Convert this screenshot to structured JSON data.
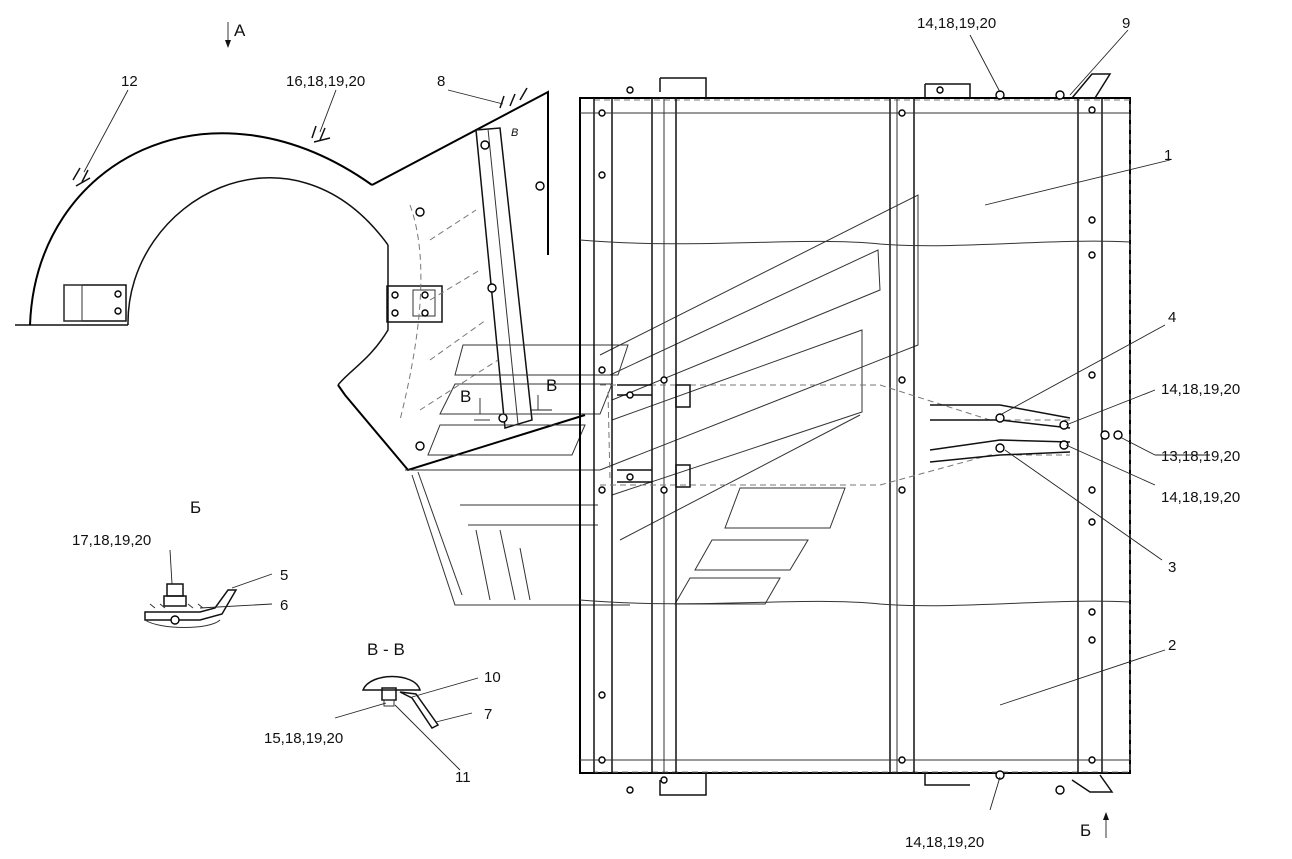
{
  "section_marks": {
    "view_a": "А",
    "view_b": "Б",
    "view_b_bottom": "Б",
    "section_v_left": "В",
    "section_v_right": "В",
    "section_vv_title": "В - В",
    "small_v": "В"
  },
  "callouts": {
    "c1": "1",
    "c2": "2",
    "c3": "3",
    "c4": "4",
    "c5": "5",
    "c6": "6",
    "c7": "7",
    "c8": "8",
    "c9": "9",
    "c10": "10",
    "c11": "11",
    "c12": "12",
    "c14_top": "14,18,19,20",
    "c14_mid1": "14,18,19,20",
    "c14_mid2": "14,18,19,20",
    "c14_bottom": "14,18,19,20",
    "c13": "13,18,19,20",
    "c15": "15,18,19,20",
    "c16": "16,18,19,20",
    "c17": "17,18,19,20"
  }
}
